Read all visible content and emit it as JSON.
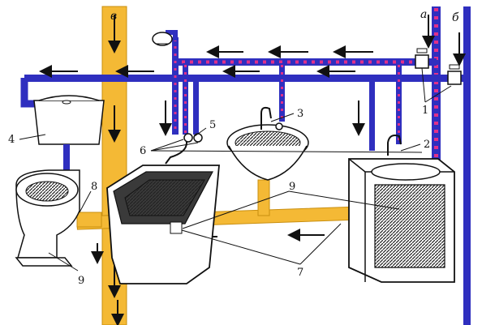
{
  "diagram": {
    "riser_labels": {
      "a": "а",
      "b": "б",
      "v": "в"
    },
    "callouts": [
      "1",
      "2",
      "3",
      "4",
      "5",
      "6",
      "7",
      "8",
      "9",
      "9"
    ],
    "colors": {
      "cold_water": "#2f2fbf",
      "hot_water_dots": "#e0308a",
      "sewer": "#f4b935",
      "outline": "#111111",
      "fixture_fill": "#ffffff",
      "shadow": "#3a3a3a"
    }
  }
}
